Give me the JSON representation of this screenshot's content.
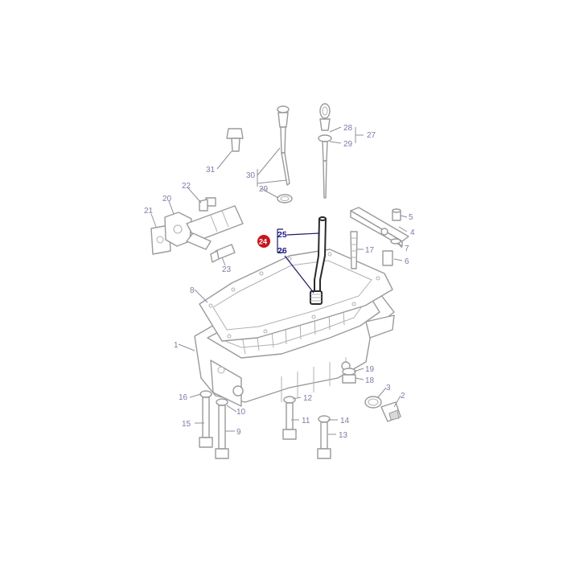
{
  "callouts": {
    "c1": "1",
    "c2": "2",
    "c3": "3",
    "c4": "4",
    "c5": "5",
    "c6": "6",
    "c7": "7",
    "c8": "8",
    "c9": "9",
    "c10": "10",
    "c11": "11",
    "c12": "12",
    "c13": "13",
    "c14": "14",
    "c15": "15",
    "c16": "16",
    "c17": "17",
    "c18": "18",
    "c19": "19",
    "c20": "20",
    "c21": "21",
    "c22": "22",
    "c23": "23",
    "c24": "24",
    "c25": "25",
    "c26": "26",
    "c27": "27",
    "c28": "28",
    "c29a": "29",
    "c29b": "29",
    "c30": "30",
    "c31": "31"
  },
  "colors": {
    "line_art": "#9a9a9a",
    "callout_text": "#7c7ca6",
    "highlight_text": "#1a1a80",
    "badge": "#c8161d"
  }
}
